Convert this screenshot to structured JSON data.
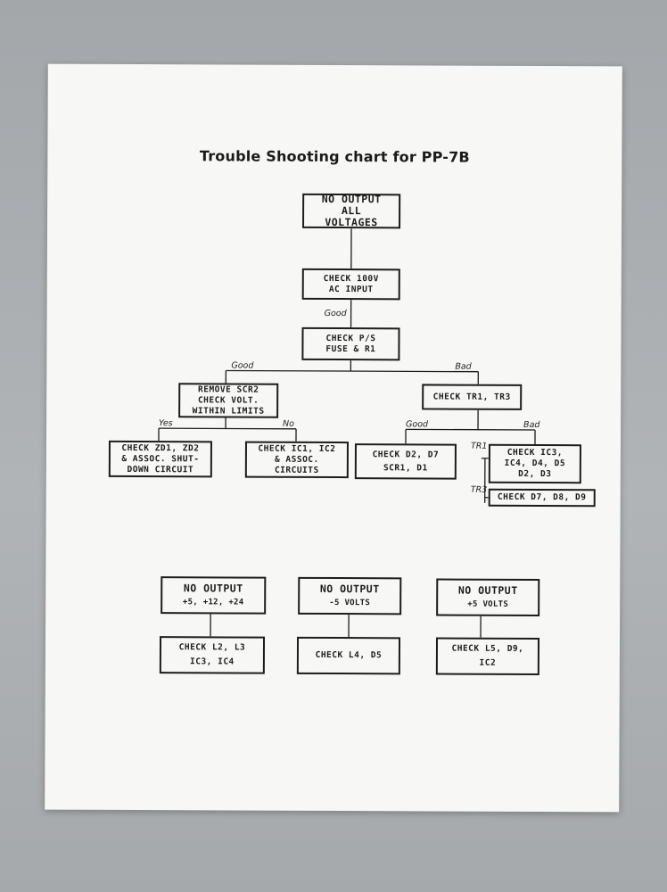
{
  "title": "Trouble Shooting chart for PP-7B",
  "nodes": {
    "no_output_all": [
      "NO OUTPUT",
      "ALL",
      "VOLTAGES"
    ],
    "check_100v": [
      "CHECK 100V",
      "AC INPUT"
    ],
    "check_ps": [
      "CHECK P/S",
      "FUSE & R1"
    ],
    "remove_scr2": [
      "REMOVE SCR2",
      "CHECK VOLT.",
      "WITHIN LIMITS"
    ],
    "check_tr1": [
      "CHECK TR1, TR3"
    ],
    "check_zd": [
      "CHECK ZD1, ZD2",
      "& ASSOC. SHUT-",
      "DOWN CIRCUIT"
    ],
    "check_ic1": [
      "CHECK IC1, IC2",
      "& ASSOC.",
      "CIRCUITS"
    ],
    "check_d2": [
      "CHECK D2, D7",
      "SCR1, D1"
    ],
    "check_ic3": [
      "CHECK IC3,",
      "IC4, D4, D5",
      "D2, D3"
    ],
    "check_d7": [
      "CHECK D7, D8, D9"
    ],
    "no_output_24": [
      "NO OUTPUT",
      "+5, +12, +24"
    ],
    "no_output_m5": [
      "NO OUTPUT",
      "-5 VOLTS"
    ],
    "no_output_p5": [
      "NO OUTPUT",
      "+5 VOLTS"
    ],
    "check_l2": [
      "CHECK L2, L3",
      "IC3, IC4"
    ],
    "check_l4": [
      "CHECK L4, D5"
    ],
    "check_l5": [
      "CHECK L5, D9,",
      "IC2"
    ]
  },
  "labels": {
    "good_1": "Good",
    "good_2": "Good",
    "bad_2": "Bad",
    "yes": "Yes",
    "no": "No",
    "good_3": "Good",
    "bad_3": "Bad",
    "tr1": "TR1",
    "tr3": "TR3"
  }
}
